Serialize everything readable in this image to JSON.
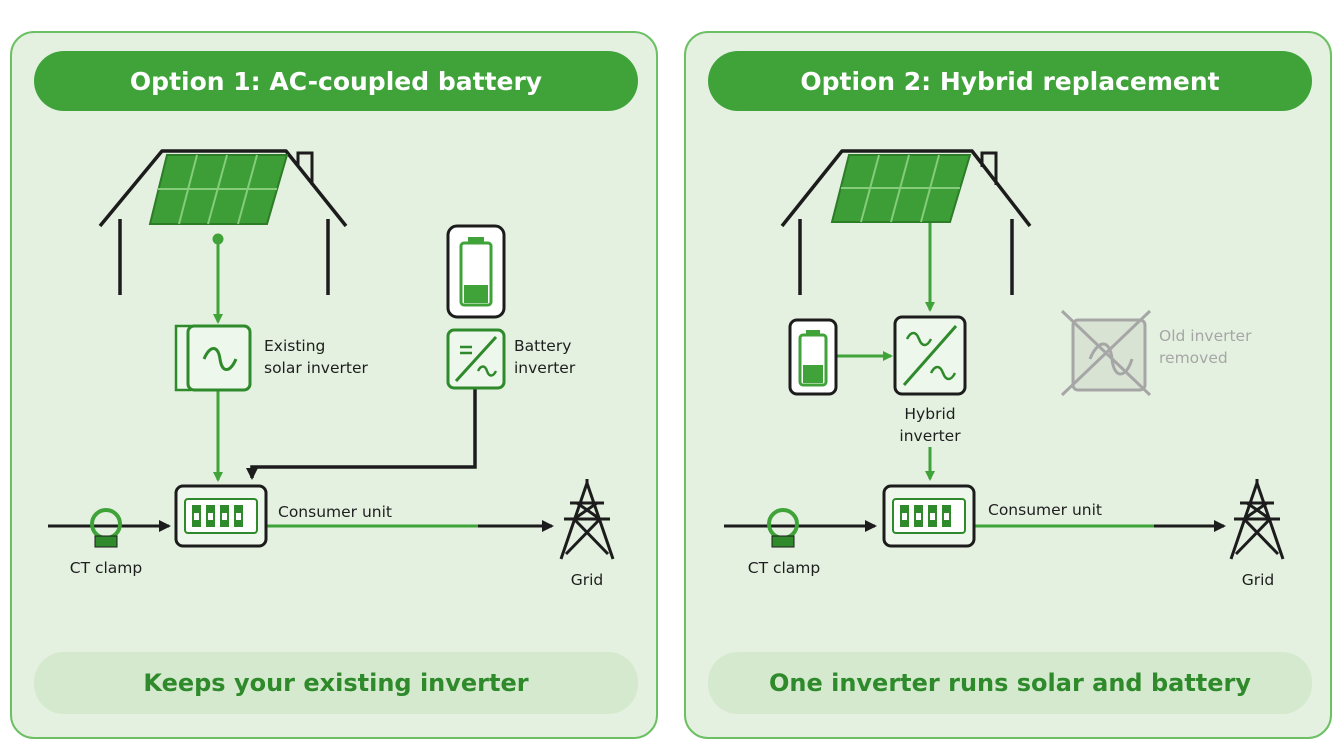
{
  "options": [
    {
      "header": "Option 1: AC-coupled battery",
      "footer": "Keeps your existing inverter",
      "labels": {
        "solar_inverter": [
          "Existing",
          "solar inverter"
        ],
        "battery_inverter": [
          "Battery",
          "inverter"
        ],
        "consumer_unit": "Consumer unit",
        "ct_clamp": "CT clamp",
        "grid": "Grid"
      }
    },
    {
      "header": "Option 2: Hybrid replacement",
      "footer": "One inverter runs solar and battery",
      "labels": {
        "hybrid_inverter": [
          "Hybrid",
          "inverter"
        ],
        "old_inverter": [
          "Old inverter",
          "removed"
        ],
        "consumer_unit": "Consumer unit",
        "ct_clamp": "CT clamp",
        "grid": "Grid"
      }
    }
  ],
  "colors": {
    "panel_bg": "#e4f1e0",
    "accent": "#3fa33a",
    "line_green": "#3fa33a",
    "line_dark": "#1c1c1c",
    "footer_bg": "#d4e9cd",
    "removed_grey": "#a6a6a6"
  },
  "icons": [
    "house-icon",
    "solar-panel-icon",
    "inverter-icon",
    "battery-icon",
    "consumer-unit-icon",
    "ct-clamp-icon",
    "pylon-icon",
    "removed-inverter-icon"
  ]
}
